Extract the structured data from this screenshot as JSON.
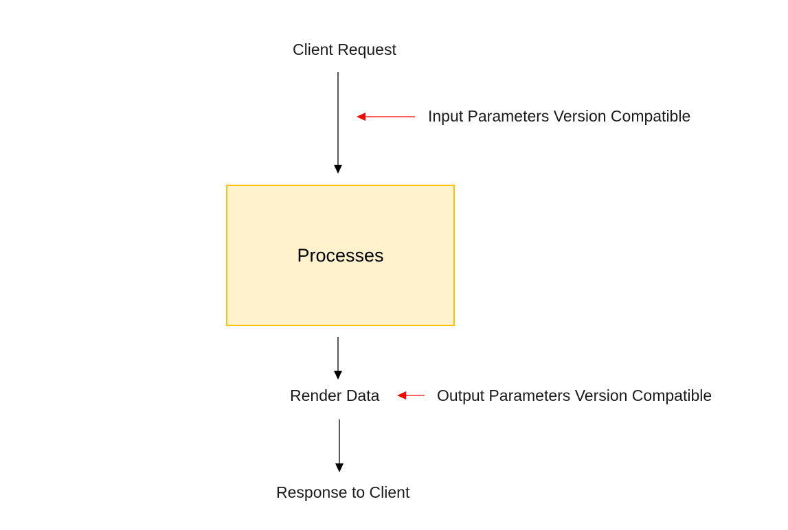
{
  "nodes": {
    "client_request": "Client Request",
    "process": "Processes",
    "render_data": "Render Data",
    "response": "Response to Client"
  },
  "annotations": {
    "input_compat": "Input Parameters Version Compatible",
    "output_compat": "Output Parameters Version Compatible"
  },
  "colors": {
    "process_fill": "#fff2cc",
    "process_border": "#ffc000",
    "flow_arrow": "#000000",
    "annotation_arrow": "#ff0000"
  }
}
